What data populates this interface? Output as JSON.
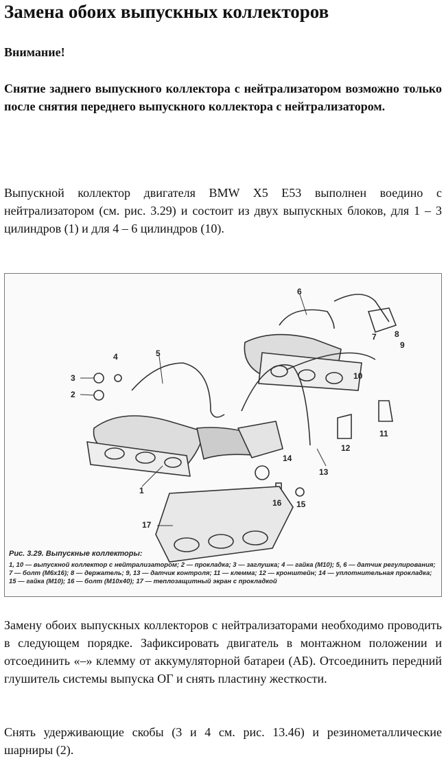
{
  "title": "Замена обоих выпускных коллекторов",
  "warning_label": "Внимание!",
  "warning_text": "Снятие заднего выпускного коллектора с нейтрализатором возможно только после снятия переднего выпускного коллектора с нейтрализатором.",
  "para1": "Выпускной коллектор двигателя BMW X5 E53 выполнен воедино с нейтрализатором (см. рис. 3.29) и состоит из двух выпускных блоков, для 1 – 3 цилиндров (1) и для 4 – 6 цилиндров (10).",
  "figure": {
    "labels": [
      "1",
      "2",
      "3",
      "4",
      "5",
      "6",
      "7",
      "8",
      "9",
      "10",
      "11",
      "12",
      "13",
      "14",
      "15",
      "16",
      "17"
    ],
    "caption_title": "Рис. 3.29. Выпускные коллекторы:",
    "caption_text": "1, 10 — выпускной коллектор с нейтрализатором; 2 — прокладка; 3 — заглушка; 4 — гайка (М10); 5, 6 — датчик регулирования; 7 — болт (М6х16); 8 — держатель; 9, 13 — датчик контроля; 11 — клемма; 12 — кронштейн; 14 — уплотнительная прокладка; 15 — гайка (М10); 16 — болт (М10х40); 17 — теплозащитный экран с прокладкой"
  },
  "para2": "Замену обоих выпускных коллекторов с нейтрализаторами необходимо проводить в следующем порядке. Зафиксировать двигатель в монтажном положении и отсоединить «–» клемму от аккумуляторной батареи (АБ). Отсоединить передний глушитель системы выпуска ОГ и снять пластину жесткости.",
  "para3": "Снять удерживающие скобы (3 и 4 см. рис. 13.46) и резинометаллические шарниры (2)."
}
